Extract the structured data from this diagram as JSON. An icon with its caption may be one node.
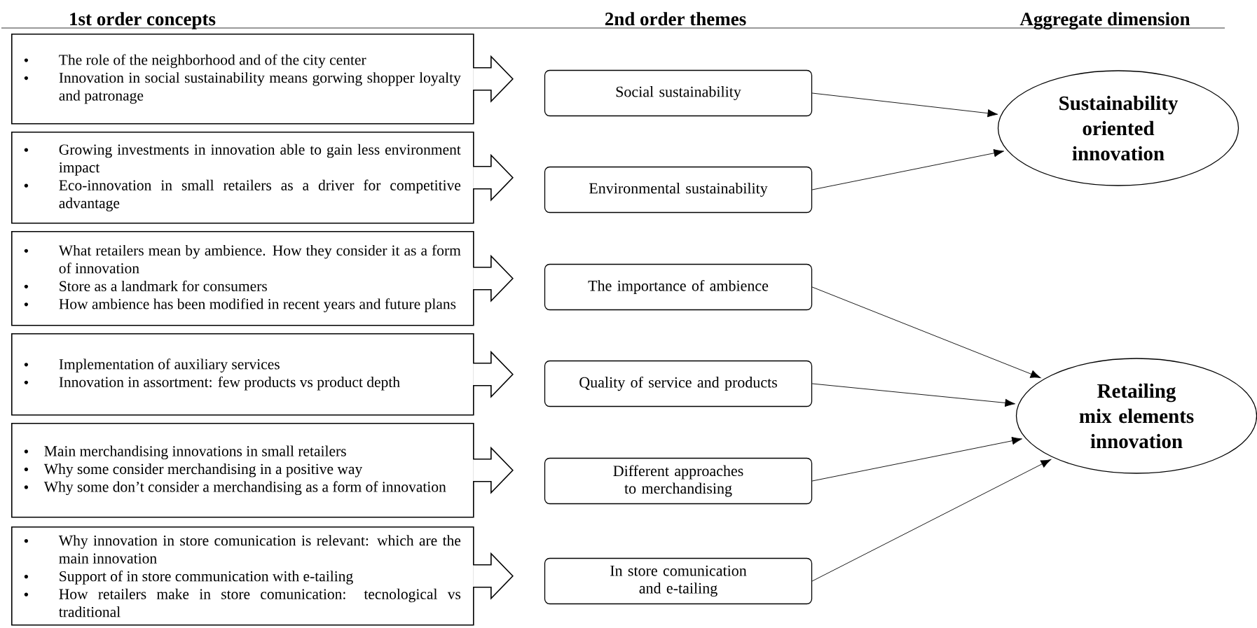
{
  "diagram": {
    "nodes": [
      {
        "text": [
          "The role of the neighborhood and of the city center",
          "Innovation in social sustainability means gorwing shopper loyalty and patronage"
        ]
      },
      {
        "text": [
          "Growing investments in innovation able to gain less environment impact",
          "Eco-innovation in small retailers as a driver for competitive advantage"
        ]
      },
      {
        "text": [
          "What retailers mean by ambience. How they consider it as a form of innovation",
          "Store as a landmark for consumers",
          "How ambience has been modified in recent years and future plans"
        ]
      },
      {
        "text": [
          "Implementation of auxiliary services",
          "Innovation in assortment: few products vs product depth"
        ]
      },
      {
        "text": [
          "Main merchandising innovations in small retailers",
          "Why some consider merchandising in a positive way",
          "Why some don’t consider a merchandising as a form of innovation"
        ]
      },
      {
        "text": [
          "Why innovation in store comunication is relevant: which are the main innovation",
          "Support of in store communication with e-tailing",
          "How retailers make in store comunication: tecnological vs traditional"
        ]
      },
      {
        "text": [
          "Social sustainability"
        ]
      },
      {
        "text": [
          "Environmental sustainability"
        ]
      },
      {
        "text": [
          "The importance of ambience"
        ]
      },
      {
        "text": [
          "Quality of service and products"
        ]
      },
      {
        "text": [
          "Different approaches to merchandising"
        ]
      },
      {
        "text": [
          "In store comunication and e-tailing"
        ]
      },
      {
        "text": [
          "Sustainability oriented innovation"
        ]
      },
      {
        "text": [
          "Retailing mix elements innovation"
        ]
      }
    ],
    "edges": [
      {
        "from": 0,
        "to": 6,
        "arrow": "to",
        "style": "thick"
      },
      {
        "from": 1,
        "to": 7,
        "arrow": "to",
        "style": "thick"
      },
      {
        "from": 2,
        "to": 8,
        "arrow": "to",
        "style": "thick"
      },
      {
        "from": 3,
        "to": 9,
        "arrow": "to",
        "style": "thick"
      },
      {
        "from": 4,
        "to": 10,
        "arrow": "to",
        "style": "thick"
      },
      {
        "from": 5,
        "to": 11,
        "arrow": "to",
        "style": "thick"
      },
      {
        "from": 6,
        "to": 12,
        "arrow": "to"
      },
      {
        "from": 7,
        "to": 12,
        "arrow": "to"
      },
      {
        "from": 8,
        "to": 13,
        "arrow": "to"
      },
      {
        "from": 9,
        "to": 13,
        "arrow": "to"
      },
      {
        "from": 10,
        "to": 13,
        "arrow": "to"
      },
      {
        "from": 11,
        "to": 13,
        "arrow": "to"
      }
    ],
    "labels": [
      "1st order concepts",
      "2nd order themes",
      "Aggregate dimension"
    ]
  }
}
